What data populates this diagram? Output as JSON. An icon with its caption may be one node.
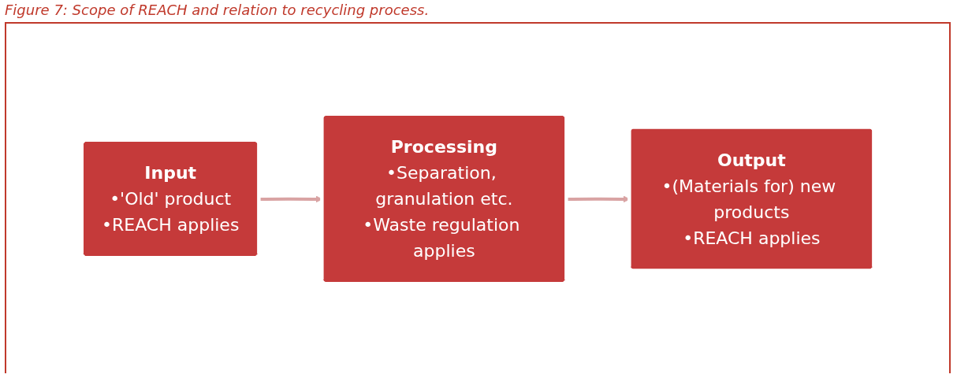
{
  "diagram": {
    "title": "Figure 7: Scope of REACH and relation to recycling process.",
    "nodes": [
      {
        "text": [
          "Input",
          "•'Old' product",
          "•REACH applies"
        ]
      },
      {
        "text": [
          "Processing",
          "•Separation, granulation etc.",
          "•Waste regulation applies"
        ]
      },
      {
        "text": [
          "Output",
          "•(Materials for) new products",
          "•REACH applies"
        ]
      }
    ],
    "edges": [
      {
        "from": 0,
        "to": 1,
        "arrow": "to"
      },
      {
        "from": 1,
        "to": 2,
        "arrow": "to"
      }
    ]
  }
}
